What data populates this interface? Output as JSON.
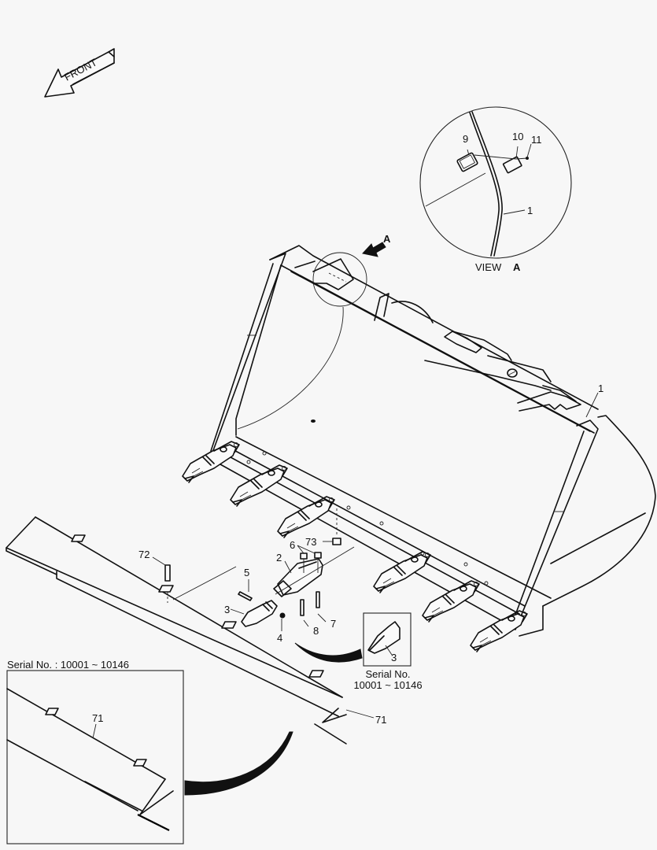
{
  "diagram": {
    "type": "exploded parts diagram",
    "subject": "loader bucket assembly with teeth and cutting edge"
  },
  "orientation": {
    "front_arrow_label": "FRONT"
  },
  "view_a": {
    "title_prefix": "VIEW",
    "title_letter": "A",
    "callouts": [
      "9",
      "10",
      "11",
      "1"
    ]
  },
  "view_arrow_label": "A",
  "callouts": {
    "bucket": "1",
    "adapter": "2",
    "tooth_point": "3",
    "lock_washer": "4",
    "pin": "5",
    "nut": "6",
    "bolt_7": "7",
    "bolt_8": "8",
    "cutting_edge": "71",
    "bolt_72": "72",
    "nut_73": "73"
  },
  "inset_tooth": {
    "callout": "3",
    "serial_label": "Serial No.",
    "serial_range": "10001 ~ 10146"
  },
  "inset_edge": {
    "header": "Serial No. : 10001 ~ 10146",
    "callout": "71"
  },
  "colors": {
    "background": "#f7f7f7",
    "line": "#111111"
  }
}
